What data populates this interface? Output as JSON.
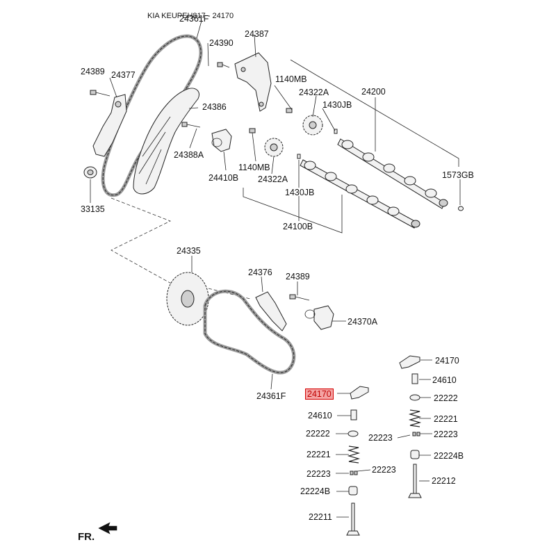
{
  "header": {
    "title": "KIA KEUPEH817 - 24170"
  },
  "footer": {
    "direction_label": "FR."
  },
  "accent": {
    "highlight_fill": "#f4a3a3",
    "highlight_border": "#d40000"
  },
  "parts": {
    "p24361F_top": "24361F",
    "p24387": "24387",
    "p24390": "24390",
    "p24389_top": "24389",
    "p24377": "24377",
    "p1140MB_top": "1140MB",
    "p24322A_top": "24322A",
    "p24200": "24200",
    "p24386": "24386",
    "p1430JB_top": "1430JB",
    "p24388A": "24388A",
    "p24410B": "24410B",
    "p1140MB_mid": "1140MB",
    "p24322A_mid": "24322A",
    "p1573GB": "1573GB",
    "p1430JB_mid": "1430JB",
    "p33135": "33135",
    "p24100B": "24100B",
    "p24335": "24335",
    "p24376": "24376",
    "p24389_mid": "24389",
    "p24370A": "24370A",
    "p24361F_bot": "24361F",
    "p24170_right": "24170",
    "p24610_right": "24610",
    "p22222_right": "22222",
    "p24170_highlight": "24170",
    "p22221_right": "22221",
    "p24610_left": "24610",
    "p22223_mid": "22223",
    "p22223_right": "22223",
    "p22222_left": "22222",
    "p22221_left": "22221",
    "p22224B_right": "22224B",
    "p22223_left": "22223",
    "p22223_left2": "22223",
    "p22212": "22212",
    "p22224B_left": "22224B",
    "p22211": "22211"
  }
}
